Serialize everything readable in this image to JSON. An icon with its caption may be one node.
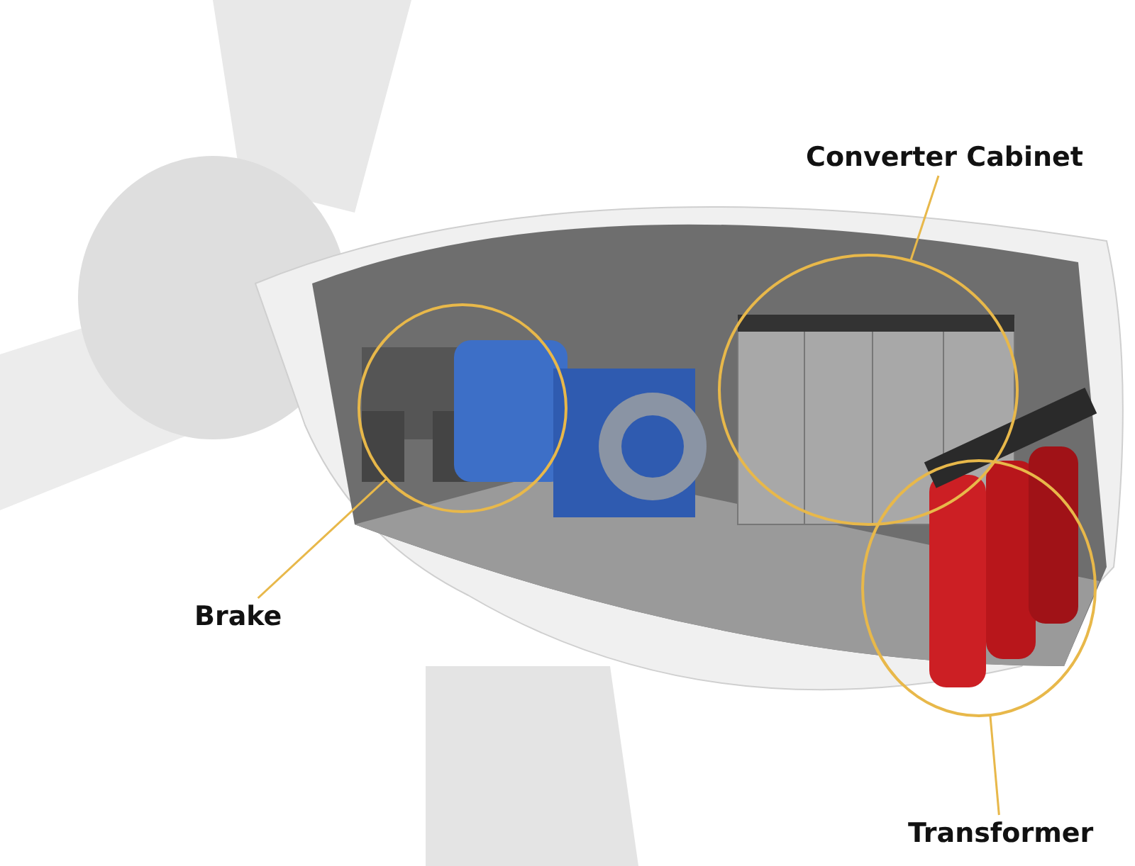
{
  "diagram": {
    "nodes": [
      {
        "text": [
          "Converter Cabinet"
        ]
      },
      {
        "text": [],
        "shape": "circle"
      },
      {
        "text": [
          "Brake"
        ]
      },
      {
        "text": [],
        "shape": "circle"
      },
      {
        "text": [
          "Transformer"
        ]
      },
      {
        "text": [],
        "shape": "circle"
      }
    ],
    "edges": [
      {
        "from": 0,
        "to": 1,
        "arrow": "none"
      },
      {
        "from": 2,
        "to": 3,
        "arrow": "none"
      },
      {
        "from": 4,
        "to": 5,
        "arrow": "none"
      }
    ]
  }
}
